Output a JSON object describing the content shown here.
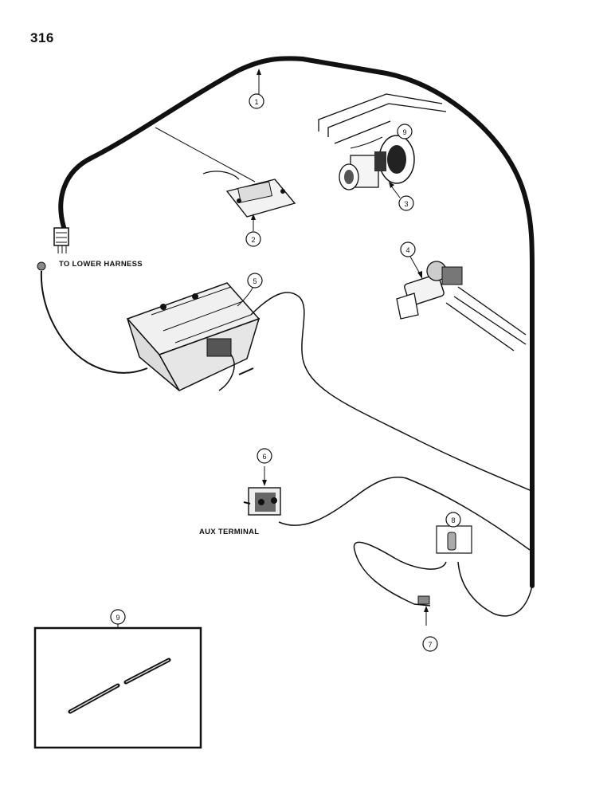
{
  "page_number": "316",
  "labels": {
    "lower_harness": "TO LOWER HARNESS",
    "aux_terminal": "AUX TERMINAL"
  },
  "callouts": {
    "c1": "1",
    "c2": "2",
    "c3": "3",
    "c4": "4",
    "c5": "5",
    "c6": "6",
    "c7": "7",
    "c8": "8",
    "c9": "9",
    "c9_inset": "9"
  },
  "colors": {
    "ink": "#111111",
    "paper": "#ffffff",
    "shade": "#555555"
  }
}
